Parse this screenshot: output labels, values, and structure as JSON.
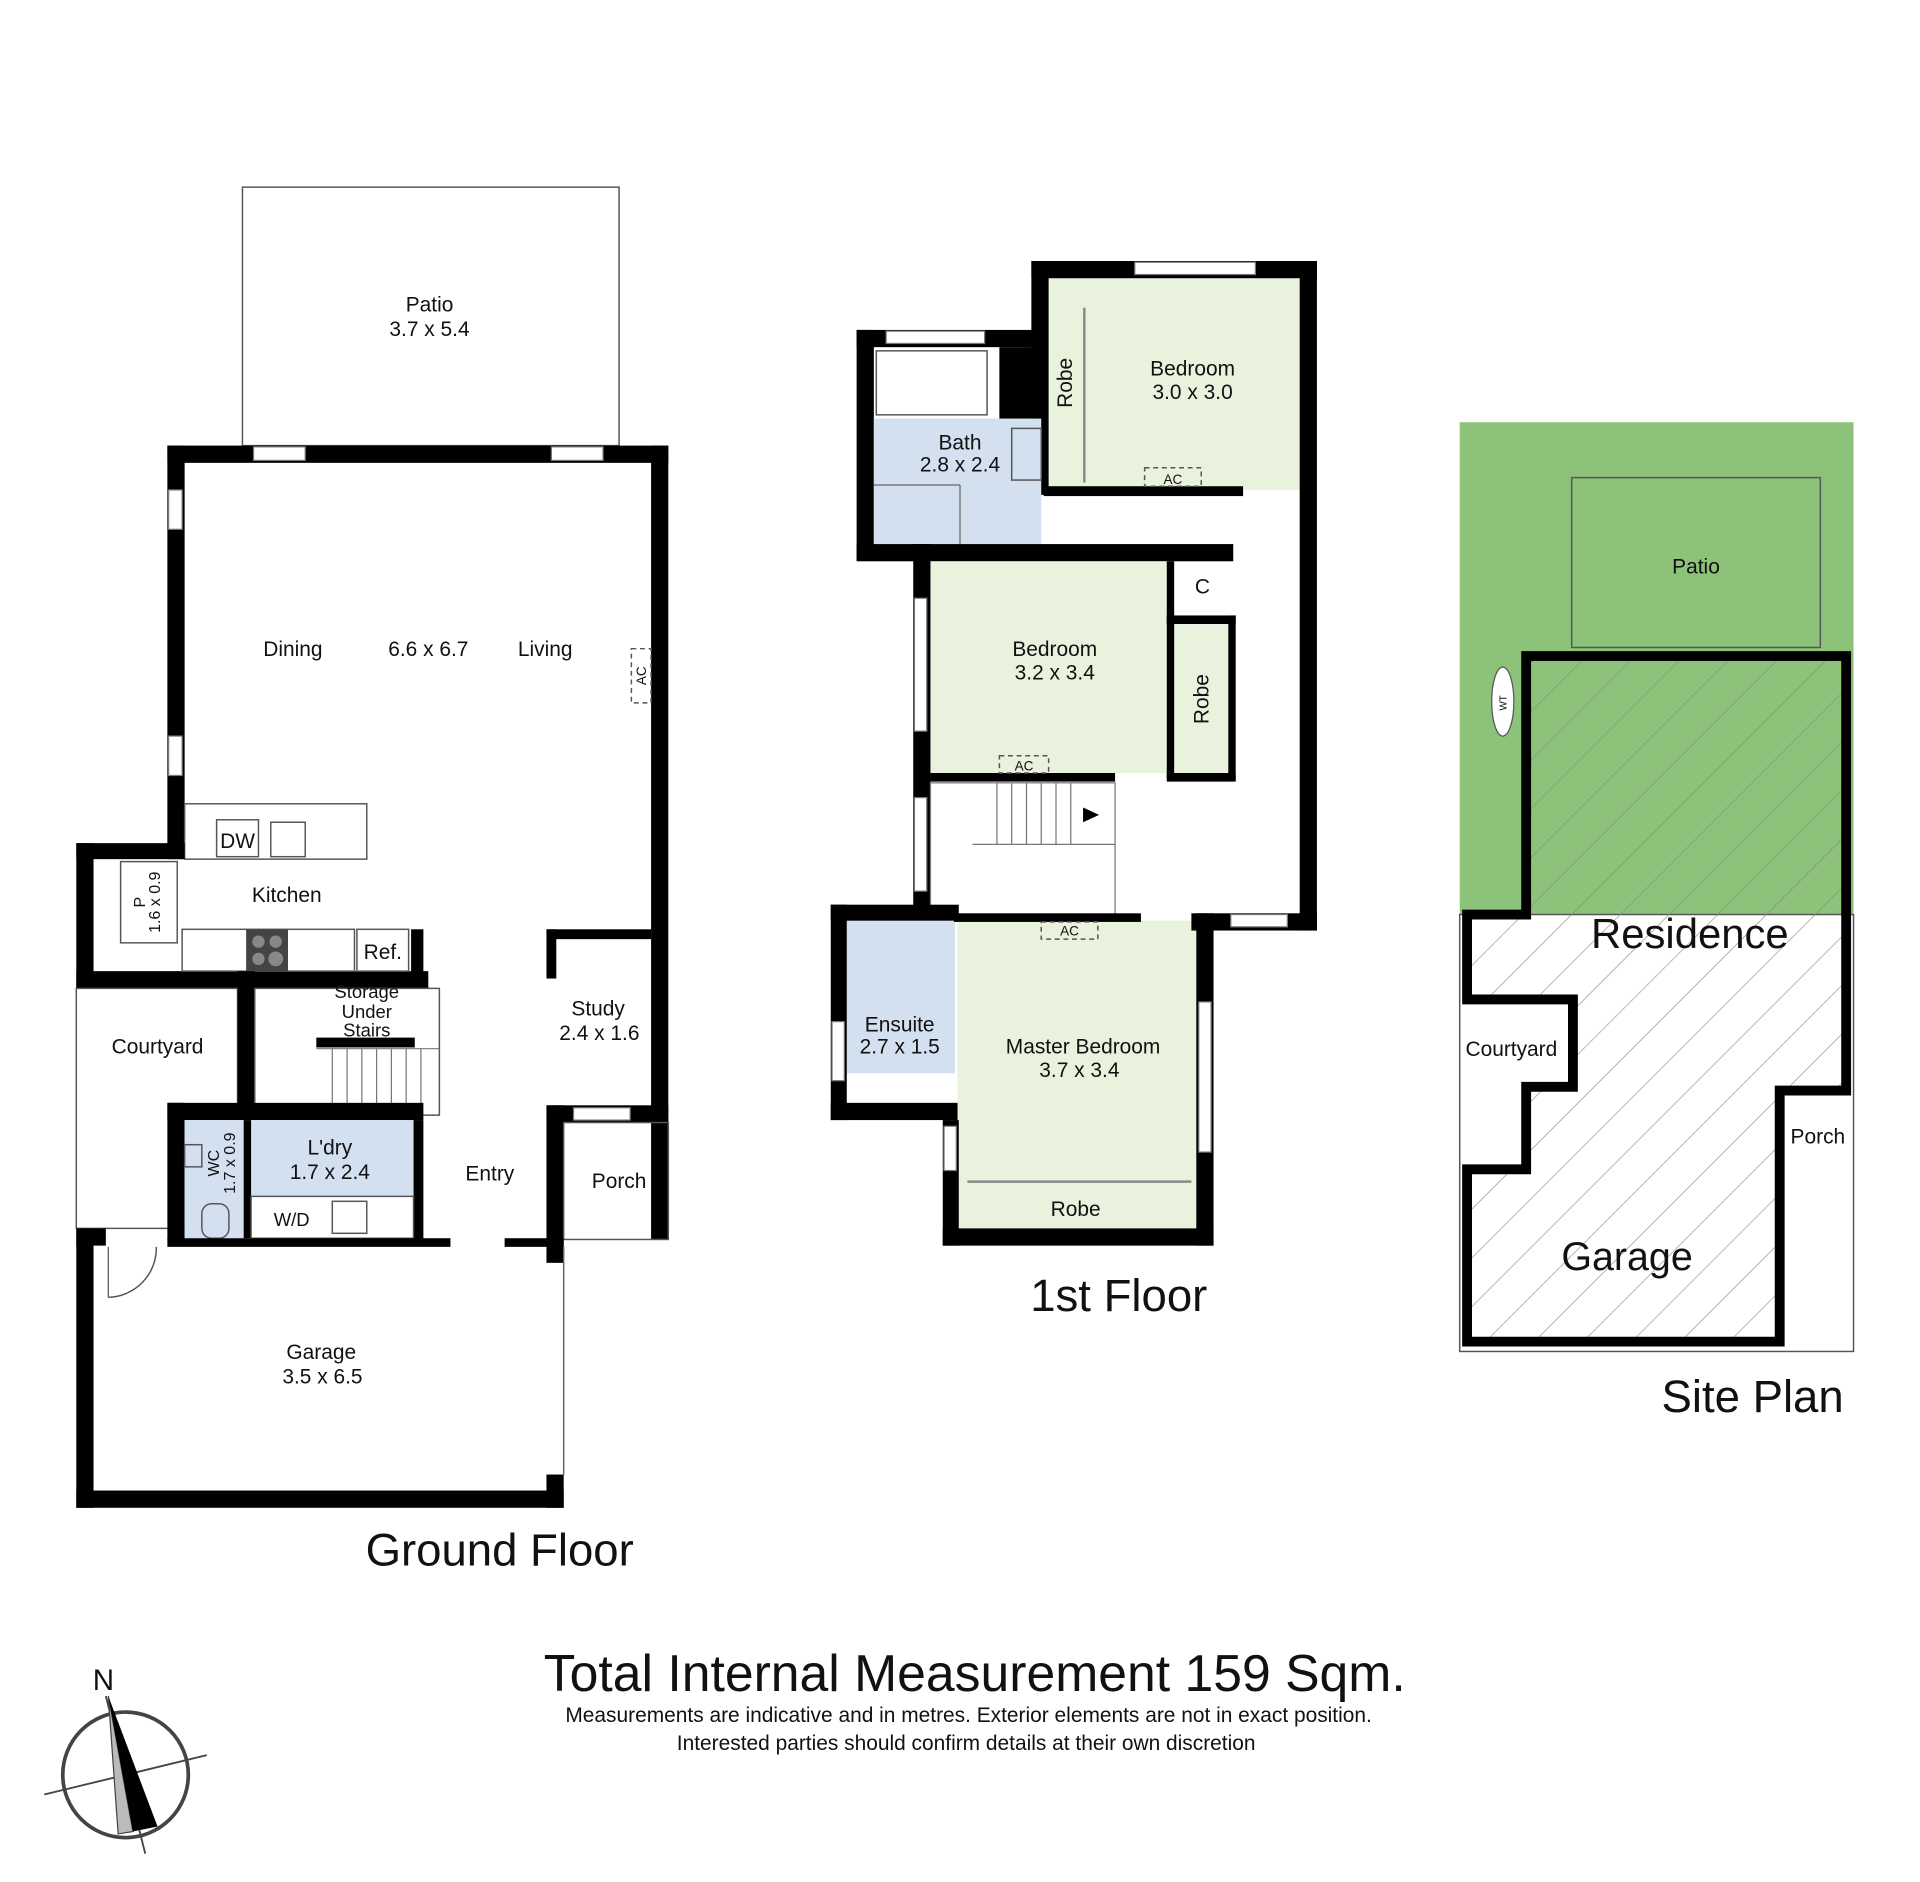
{
  "ground_floor": {
    "title": "Ground Floor",
    "rooms": {
      "patio": {
        "name": "Patio",
        "size": "3.7 x 5.4"
      },
      "dining": "Dining",
      "living_size": "6.6 x 6.7",
      "living": "Living",
      "ac": "AC",
      "dw": "DW",
      "kitchen": "Kitchen",
      "pantry": {
        "name": "P",
        "size": "1.6 x 0.9"
      },
      "ref": "Ref.",
      "storage": [
        "Storage",
        "Under",
        "Stairs"
      ],
      "courtyard": "Courtyard",
      "study": {
        "name": "Study",
        "size": "2.4 x 1.6"
      },
      "wc": {
        "name": "WC",
        "size": "1.7 x 0.9"
      },
      "laundry": {
        "name": "L'dry",
        "size": "1.7 x 2.4"
      },
      "wd": "W/D",
      "entry": "Entry",
      "porch": "Porch",
      "garage": {
        "name": "Garage",
        "size": "3.5 x 6.5"
      }
    }
  },
  "first_floor": {
    "title": "1st Floor",
    "rooms": {
      "bath": {
        "name": "Bath",
        "size": "2.8 x 2.4"
      },
      "robe1": "Robe",
      "bed1": {
        "name": "Bedroom",
        "size": "3.0 x 3.0"
      },
      "ac1": "AC",
      "c": "C",
      "bed2": {
        "name": "Bedroom",
        "size": "3.2 x 3.4"
      },
      "robe2": "Robe",
      "ac2": "AC",
      "ac3": "AC",
      "ensuite": {
        "name": "Ensuite",
        "size": "2.7 x 1.5"
      },
      "master": {
        "name": "Master Bedroom",
        "size": "3.7 x 3.4"
      },
      "robe3": "Robe"
    }
  },
  "site_plan": {
    "title": "Site Plan",
    "patio": "Patio",
    "wt": "WT",
    "residence": "Residence",
    "courtyard": "Courtyard",
    "porch": "Porch",
    "garage": "Garage",
    "lawn_color": "#8cc27a"
  },
  "footer": {
    "total": "Total Internal Measurement 159 Sqm.",
    "note1": "Measurements are indicative and in metres. Exterior elements are not in exact position.",
    "note2": "Interested parties should confirm details at their own discretion"
  },
  "compass": {
    "north": "N"
  }
}
